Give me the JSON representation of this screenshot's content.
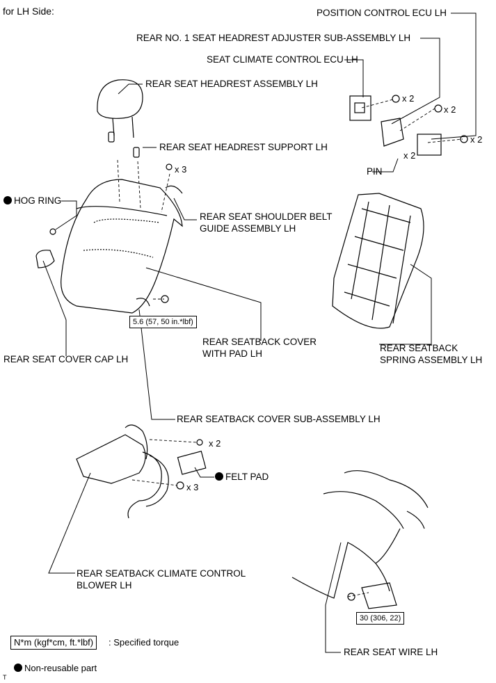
{
  "header": {
    "side": "for LH Side:"
  },
  "labels": {
    "position_control_ecu": "POSITION CONTROL ECU LH",
    "headrest_adjuster": "REAR NO. 1 SEAT HEADREST ADJUSTER SUB-ASSEMBLY LH",
    "seat_climate_ecu": "SEAT CLIMATE CONTROL ECU LH",
    "headrest_assembly": "REAR SEAT HEADREST ASSEMBLY LH",
    "headrest_support": "REAR SEAT HEADREST SUPPORT LH",
    "hog_ring": "HOG RING",
    "shoulder_belt_guide": "REAR SEAT SHOULDER BELT GUIDE ASSEMBLY LH",
    "pin": "PIN",
    "seatback_cover_with_pad": "REAR SEATBACK COVER WITH PAD LH",
    "seat_cover_cap": "REAR SEAT COVER CAP LH",
    "seatback_spring": "REAR SEATBACK SPRING ASSEMBLY LH",
    "seatback_cover_sub": "REAR SEATBACK COVER SUB-ASSEMBLY LH",
    "felt_pad": "FELT PAD",
    "climate_blower": "REAR SEATBACK CLIMATE CONTROL BLOWER LH",
    "seat_wire": "REAR SEAT WIRE LH"
  },
  "quantities": {
    "ecu_nut": "x 2",
    "adjuster_bolt": "x 2",
    "position_ecu_nut": "x 2",
    "pin": "x 2",
    "belt_guide_bolt": "x 3",
    "blower_bolt": "x 2",
    "blower_nut": "x 3"
  },
  "torques": {
    "cover_nut": "5.6 (57, 50 in.*lbf)",
    "wire_bolt": "30 (306, 22)"
  },
  "legend": {
    "torque_unit": "N*m (kgf*cm, ft.*lbf)",
    "torque_desc": ": Specified torque",
    "non_reusable": "Non-reusable part"
  },
  "footer": {
    "code": "T"
  }
}
